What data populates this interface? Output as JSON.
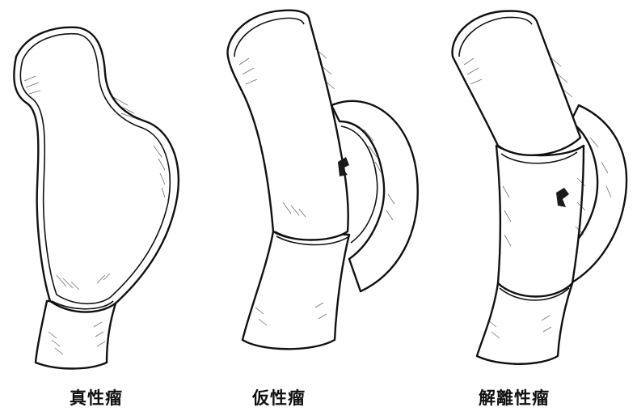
{
  "panels": [
    {
      "id": "true-aneurysm",
      "label": "真性瘤"
    },
    {
      "id": "false-aneurysm",
      "label": "仮性瘤"
    },
    {
      "id": "dissecting-aneurysm",
      "label": "解離性瘤"
    }
  ]
}
